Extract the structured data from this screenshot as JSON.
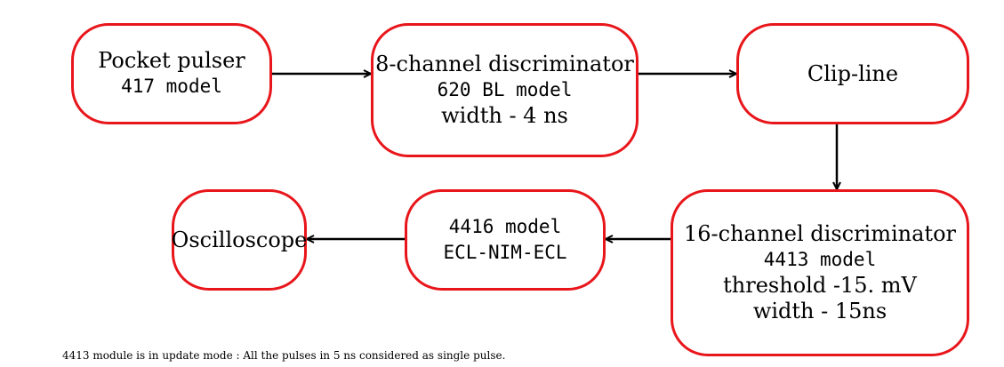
{
  "nodes": {
    "pulser": {
      "line1": "Pocket pulser",
      "line2": "417 model"
    },
    "discriminator8": {
      "line1": "8-channel discriminator",
      "line2": "620 BL model",
      "line3": "width - 4 ns"
    },
    "clipline": {
      "line1": "Clip-line"
    },
    "discriminator16": {
      "line1": "16-channel discriminator",
      "line2": "4413 model",
      "line3": "threshold -15. mV",
      "line4": "width - 15ns"
    },
    "converter": {
      "line1": "4416 model",
      "line2": "ECL-NIM-ECL"
    },
    "oscilloscope": {
      "line1": "Oscilloscope"
    }
  },
  "edges": [
    {
      "from": "pulser",
      "to": "discriminator8"
    },
    {
      "from": "discriminator8",
      "to": "clipline"
    },
    {
      "from": "clipline",
      "to": "discriminator16"
    },
    {
      "from": "discriminator16",
      "to": "converter"
    },
    {
      "from": "converter",
      "to": "oscilloscope"
    }
  ],
  "footnote": "4413 module is in update mode : All the pulses in 5 ns considered as single pulse.",
  "colors": {
    "box_border": "#e8161b",
    "arrow": "#000000"
  }
}
